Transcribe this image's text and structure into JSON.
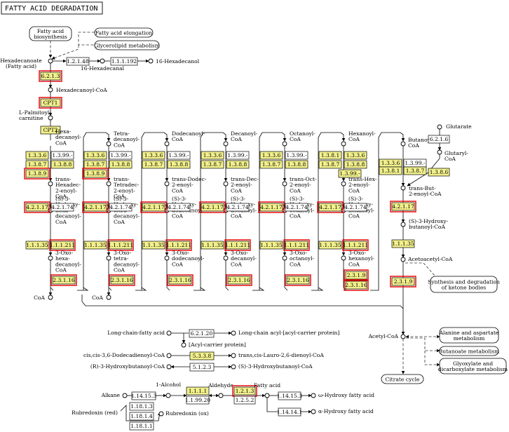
{
  "title": "FATTY ACID DEGRADATION",
  "colors": {
    "gene_present": "#f2f08c",
    "highlight_border": "#e60000",
    "line": "#000000",
    "background": "#ffffff"
  },
  "maps": {
    "fab": "Fatty acid\nbiosynthesis",
    "elong": "Fatty acid elongation",
    "glyc": "Glycerolipid metabolism",
    "ketone": "Synthesis and degradation\nof ketone bodies",
    "ala": "Alanine and aspartate\nmetabolism",
    "buta": "Butanoate metabolism",
    "glyox": "Glyoxylate and\ndicarboxylate metabolism",
    "citrate": "Citrate cycle"
  },
  "labels": {
    "hexadecanoate": "Hexadecanoate\n(Fatty acid)",
    "hexadecanal": "16-Hexadecanal",
    "hexadecanol": "16-Hexadecanol",
    "hexadecanoylcoa": "Hexadecanoyl-CoA",
    "palmitoyl": "L-Palmitoyl-\ncarnitine",
    "c1_a": "Hexa-\ndecanoyl-\nCoA",
    "c1_b": "trans-\nHexadec-\n2-enoyl-\nCoA",
    "c1_c": "(S)-3-\nHydroxy-\nhexa-\ndecanoyl-\nCoA",
    "c1_d": "3-Oxo-\nhexa-\ndecanoyl-\nCoA",
    "c2_a": "Tetra-\ndecanoyl-\nCoA",
    "c2_b": "trans-\nTetradec-\n2-enoyl-\nCoA",
    "c2_c": "(S)-3-\nHydroxy-\ntetra-\ndecanoyl-\nCoA",
    "c2_d": "3-Oxo-\ntetra-\ndecanoyl-\nCoA",
    "c3_a": "Dodecanoyl-\nCoA",
    "c3_b": "trans-Dodec-\n2-enoyl-\nCoA",
    "c3_c": "(S)-3-\nHydroxy-\ndodecanoyl-\nCoA",
    "c3_d": "3-Oxo-\ndodecanoyl-\nCoA",
    "c4_a": "Decanoyl-\nCoA",
    "c4_b": "trans-Dec-\n2-enoyl-\nCoA",
    "c4_c": "(S)-3-\nHydroxy-\ndecanoyl-\nCoA",
    "c4_d": "3-Oxo-\ndecanoyl-\nCoA",
    "c5_a": "Octanoyl-\nCoA",
    "c5_b": "trans-Oct-\n2-enoyl-\nCoA",
    "c5_c": "(S)-3-\nHydroxy-\noctanoyl-\nCoA",
    "c5_d": "3-Oxo-\noctanoyl-\nCoA",
    "c6_a": "Hexanoyl-\nCoA",
    "c6_b": "trans-Hex-\n2-enoyl-\nCoA",
    "c6_c": "(S)-3-\nHydroxy-\nhexanoyl-\nCoA",
    "c6_d": "3-Oxo-\nhexanoyl-\nCoA",
    "c7_a": "Butanoyl-\nCoA",
    "c7_b": "trans-But-\n2-enoyl-CoA",
    "c7_c": "(S)-3-Hydroxy-\nbutanoyl-CoA",
    "c7_d": "Acetoacetyl-CoA",
    "glutarate": "Glutarate",
    "glutaryl": "Glutaryl-\nCoA",
    "acetylcoa": "Acetyl-CoA",
    "coa1": "CoA",
    "coa2": "CoA",
    "lcfa": "Long-chain-fatty acid",
    "lcacp": "Long-chain acyl-[acyl-carrier protein]",
    "acp": "[Acyl-carrier protein]",
    "cisdodec": "cis,cis-3,6-Dodecadienoyl-CoA",
    "translauro": "trans,cis-Lauro-2,6-dienoyl-CoA",
    "r3hb": "(R)-3-Hydroxybutanoyl-CoA",
    "s3hb": "(S)-3-Hydroxybutanoyl-CoA",
    "alkane": "Alkane",
    "alcohol": "1-Alcohol",
    "aldehyde": "Aldehyde",
    "fattyacid": "Fatty acid",
    "wfa": "ω-Hydroxy fatty acid",
    "afa": "α-Hydroxy fatty acid",
    "rubred": "Rubredoxin (red)",
    "rubox": "Rubredoxin (ox)"
  },
  "enzymes": {
    "top1": "1.2.1.48",
    "top2": "1.1.1.192",
    "e6213": "6.2.1.3",
    "cpt1": "CPT1",
    "cpt2": "CPT2",
    "a1": "1.3.3.6",
    "b1": "1.3.99.-",
    "c1": "1.3.8.7",
    "d1": "1.3.8.8",
    "e1": "1.3.8.9",
    "f1": "4.2.1.17",
    "g1": "4.2.1.74",
    "h1": "1.1.1.35",
    "i1": "1.1.1.211",
    "j1": "2.3.1.16",
    "a2": "1.3.3.6",
    "b2": "1.3.99.-",
    "c2": "1.3.8.7",
    "d2": "1.3.8.8",
    "e2": "1.3.8.9",
    "f2": "4.2.1.17",
    "g2": "4.2.1.74",
    "h2": "1.1.1.35",
    "i2": "1.1.1.211",
    "j2": "2.3.1.16",
    "a3": "1.3.3.6",
    "b3": "1.3.99.-",
    "c3": "1.3.8.7",
    "d3": "1.3.8.8",
    "f3": "4.2.1.17",
    "g3": "4.2.1.74",
    "h3": "1.1.1.35",
    "i3": "1.1.1.211",
    "j3": "2.3.1.16",
    "a4": "1.3.3.6",
    "b4": "1.3.99.-",
    "c4": "1.3.8.7",
    "d4": "1.3.8.8",
    "f4": "4.2.1.17",
    "g4": "4.2.1.74",
    "h4": "1.1.1.35",
    "i4": "1.1.1.211",
    "j4": "2.3.1.16",
    "a5": "1.3.3.6",
    "b5": "1.3.99.-",
    "c5": "1.3.8.7",
    "d5": "1.3.8.8",
    "f5": "4.2.1.17",
    "g5": "4.2.1.74",
    "h5": "1.1.1.35",
    "i5": "1.1.1.211",
    "j5": "2.3.1.16",
    "a6": "1.3.8.1",
    "b6": "1.3.3.6",
    "c6": "1.3.8.7",
    "d6": "1.3.8.8",
    "e6": "1.3.99.-",
    "f6": "4.2.1.17",
    "g6": "4.2.1.74",
    "h6": "1.1.1.35",
    "i6": "1.1.1.211",
    "j6a": "2.3.1.9",
    "j6b": "2.3.1.16",
    "a7": "1.3.3.6",
    "b7": "1.3.99.-",
    "c7": "1.3.8.1",
    "d7": "1.3.8.7",
    "e7": "1.3.8.6",
    "f7": "4.2.1.17",
    "h7": "1.1.1.35",
    "j7": "2.3.1.9",
    "glut": "6.2.1.6",
    "acp1": "6.2.1.20",
    "isom": "5.3.3.8",
    "epim": "5.1.2.3",
    "alk1": "1.14.15.3",
    "alk2": "1.18.1.3",
    "alk3": "1.18.1.4",
    "alk4": "1.18.1.1",
    "alc1": "1.1.1.1",
    "alc2": "1.1.99.20",
    "ald1": "1.2.1.3",
    "ald2": "1.2.5.2",
    "om1": "1.14.15.3",
    "om2": "1.14.14.1"
  }
}
